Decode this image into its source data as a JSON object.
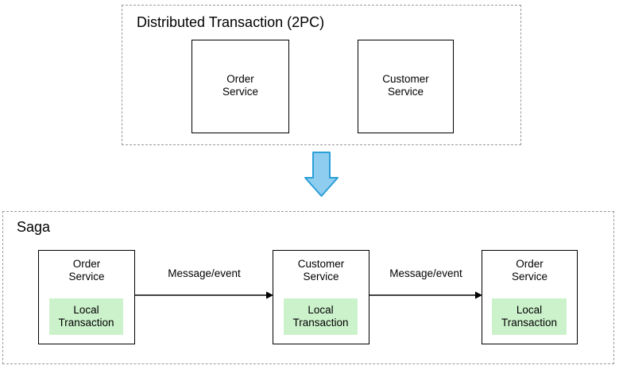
{
  "diagram": {
    "title_top": "Distributed Transaction (2PC)",
    "title_bottom": "Saga",
    "colors": {
      "local_transaction_fill": "#ccf2cc",
      "blue_arrow_fill": "#8ecdf0",
      "blue_arrow_stroke": "#2a9fd8",
      "box_stroke": "#000000",
      "group_stroke": "#9a9a9a",
      "background": "#ffffff"
    },
    "two_pc": {
      "label": "Distributed Transaction (2PC)",
      "services": [
        {
          "name": "Order\nService"
        },
        {
          "name": "Customer\nService"
        }
      ]
    },
    "transition": {
      "icon": "down-arrow-icon",
      "direction": "down"
    },
    "saga": {
      "label": "Saga",
      "steps": [
        {
          "service": "Order\nService",
          "local_transaction": "Local\nTransaction"
        },
        {
          "service": "Customer\nService",
          "local_transaction": "Local\nTransaction"
        },
        {
          "service": "Order\nService",
          "local_transaction": "Local\nTransaction"
        }
      ],
      "connectors": [
        {
          "label": "Message/event"
        },
        {
          "label": "Message/event"
        }
      ]
    }
  }
}
